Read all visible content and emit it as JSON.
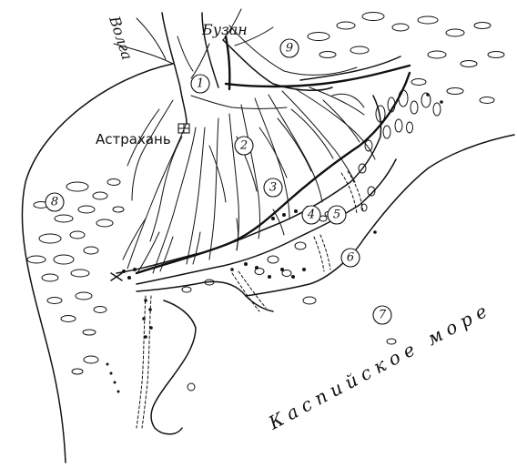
{
  "labels": {
    "volga": "Волга",
    "buzan": "Бузан",
    "astrakhan": "Астрахань",
    "caspian_sea": "Каспийское море"
  },
  "zones": [
    "1",
    "2",
    "3",
    "4",
    "5",
    "6",
    "7",
    "8",
    "9"
  ]
}
